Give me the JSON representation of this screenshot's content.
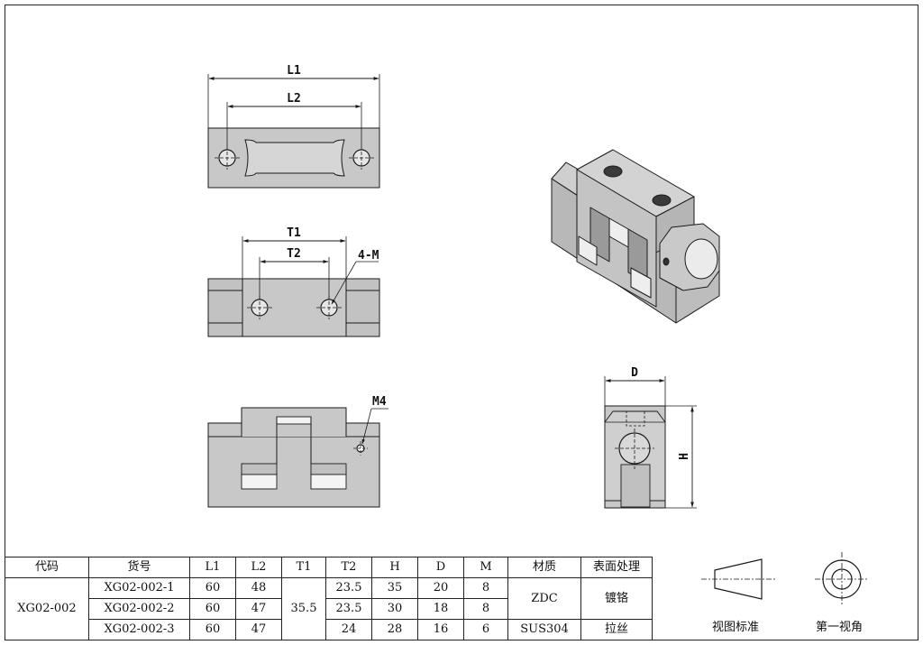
{
  "dimensions": {
    "l1": "L1",
    "l2": "L2",
    "t1": "T1",
    "t2": "T2",
    "m_holes": "4-M",
    "m4": "M4",
    "d": "D",
    "h": "H"
  },
  "table": {
    "headers": [
      "代码",
      "货号",
      "L1",
      "L2",
      "T1",
      "T2",
      "H",
      "D",
      "M",
      "材质",
      "表面处理"
    ],
    "code": "XG02-002",
    "rows": [
      {
        "part": "XG02-002-1",
        "l1": "60",
        "l2": "48",
        "t2": "23.5",
        "h": "35",
        "d": "20",
        "m": "8"
      },
      {
        "part": "XG02-002-2",
        "l1": "60",
        "l2": "47",
        "t2": "23.5",
        "h": "30",
        "d": "18",
        "m": "8"
      },
      {
        "part": "XG02-002-3",
        "l1": "60",
        "l2": "47",
        "t2": "24",
        "h": "28",
        "d": "16",
        "m": "6"
      }
    ],
    "t1_shared": "35.5",
    "material_1": "ZDC",
    "finish_1": "镀铬",
    "material_2": "SUS304",
    "finish_2": "拉丝"
  },
  "legend": {
    "view_standard": "视图标准",
    "first_angle": "第一视角"
  },
  "colors": {
    "part_fill": "#c8c8c8",
    "part_dark": "#a9a9a9",
    "line": "#1a1a1a"
  }
}
